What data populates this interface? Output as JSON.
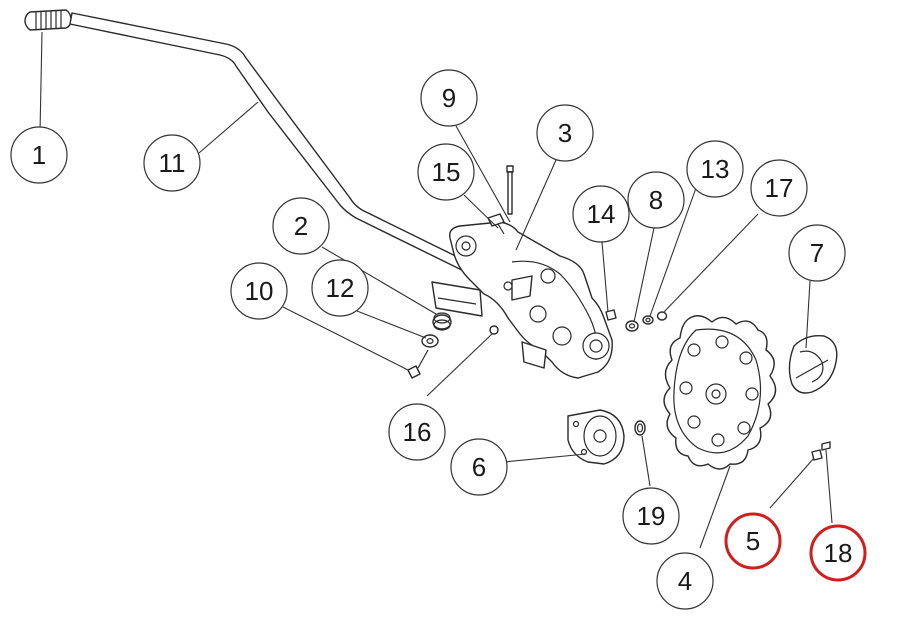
{
  "diagram": {
    "callouts": [
      {
        "id": "callout-1",
        "label": "1"
      },
      {
        "id": "callout-11",
        "label": "11"
      },
      {
        "id": "callout-9",
        "label": "9"
      },
      {
        "id": "callout-3",
        "label": "3"
      },
      {
        "id": "callout-15",
        "label": "15"
      },
      {
        "id": "callout-13",
        "label": "13"
      },
      {
        "id": "callout-8",
        "label": "8"
      },
      {
        "id": "callout-17",
        "label": "17"
      },
      {
        "id": "callout-14",
        "label": "14"
      },
      {
        "id": "callout-2",
        "label": "2"
      },
      {
        "id": "callout-7",
        "label": "7"
      },
      {
        "id": "callout-10",
        "label": "10"
      },
      {
        "id": "callout-12",
        "label": "12"
      },
      {
        "id": "callout-16",
        "label": "16"
      },
      {
        "id": "callout-6",
        "label": "6"
      },
      {
        "id": "callout-19",
        "label": "19"
      },
      {
        "id": "callout-5",
        "label": "5"
      },
      {
        "id": "callout-18",
        "label": "18"
      },
      {
        "id": "callout-4",
        "label": "4"
      }
    ],
    "highlight_color": "#d01e1e",
    "highlighted_labels": [
      "5",
      "18"
    ]
  }
}
